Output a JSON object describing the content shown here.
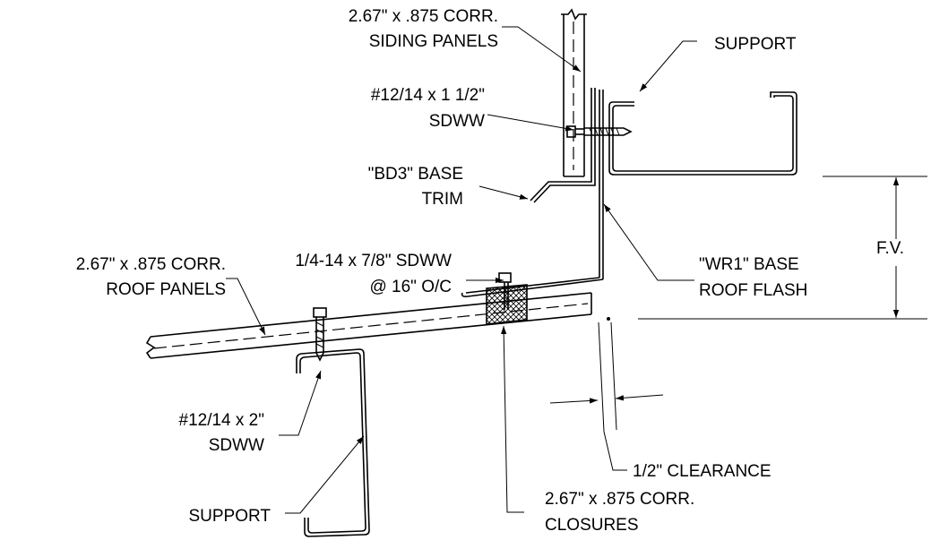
{
  "labels": {
    "siding_panels_1": "2.67\" x .875 CORR.",
    "siding_panels_2": "SIDING PANELS",
    "support_top": "SUPPORT",
    "screw_top_1": "#12/14 x 1 1/2\"",
    "screw_top_2": "SDWW",
    "base_trim_1": "\"BD3\" BASE",
    "base_trim_2": "TRIM",
    "fv": "F.V.",
    "roof_panels_1": "2.67\" x .875 CORR.",
    "roof_panels_2": "ROOF PANELS",
    "roof_screw_1": "1/4-14 x 7/8\" SDWW",
    "roof_screw_2": "@ 16\" O/C",
    "roof_flash_1": "\"WR1\" BASE",
    "roof_flash_2": "ROOF FLASH",
    "screw_bottom_1": "#12/14 x 2\"",
    "screw_bottom_2": "SDWW",
    "support_bottom": "SUPPORT",
    "clearance": "1/2\" CLEARANCE",
    "closures_1": "2.67\" x .875 CORR.",
    "closures_2": "CLOSURES"
  }
}
